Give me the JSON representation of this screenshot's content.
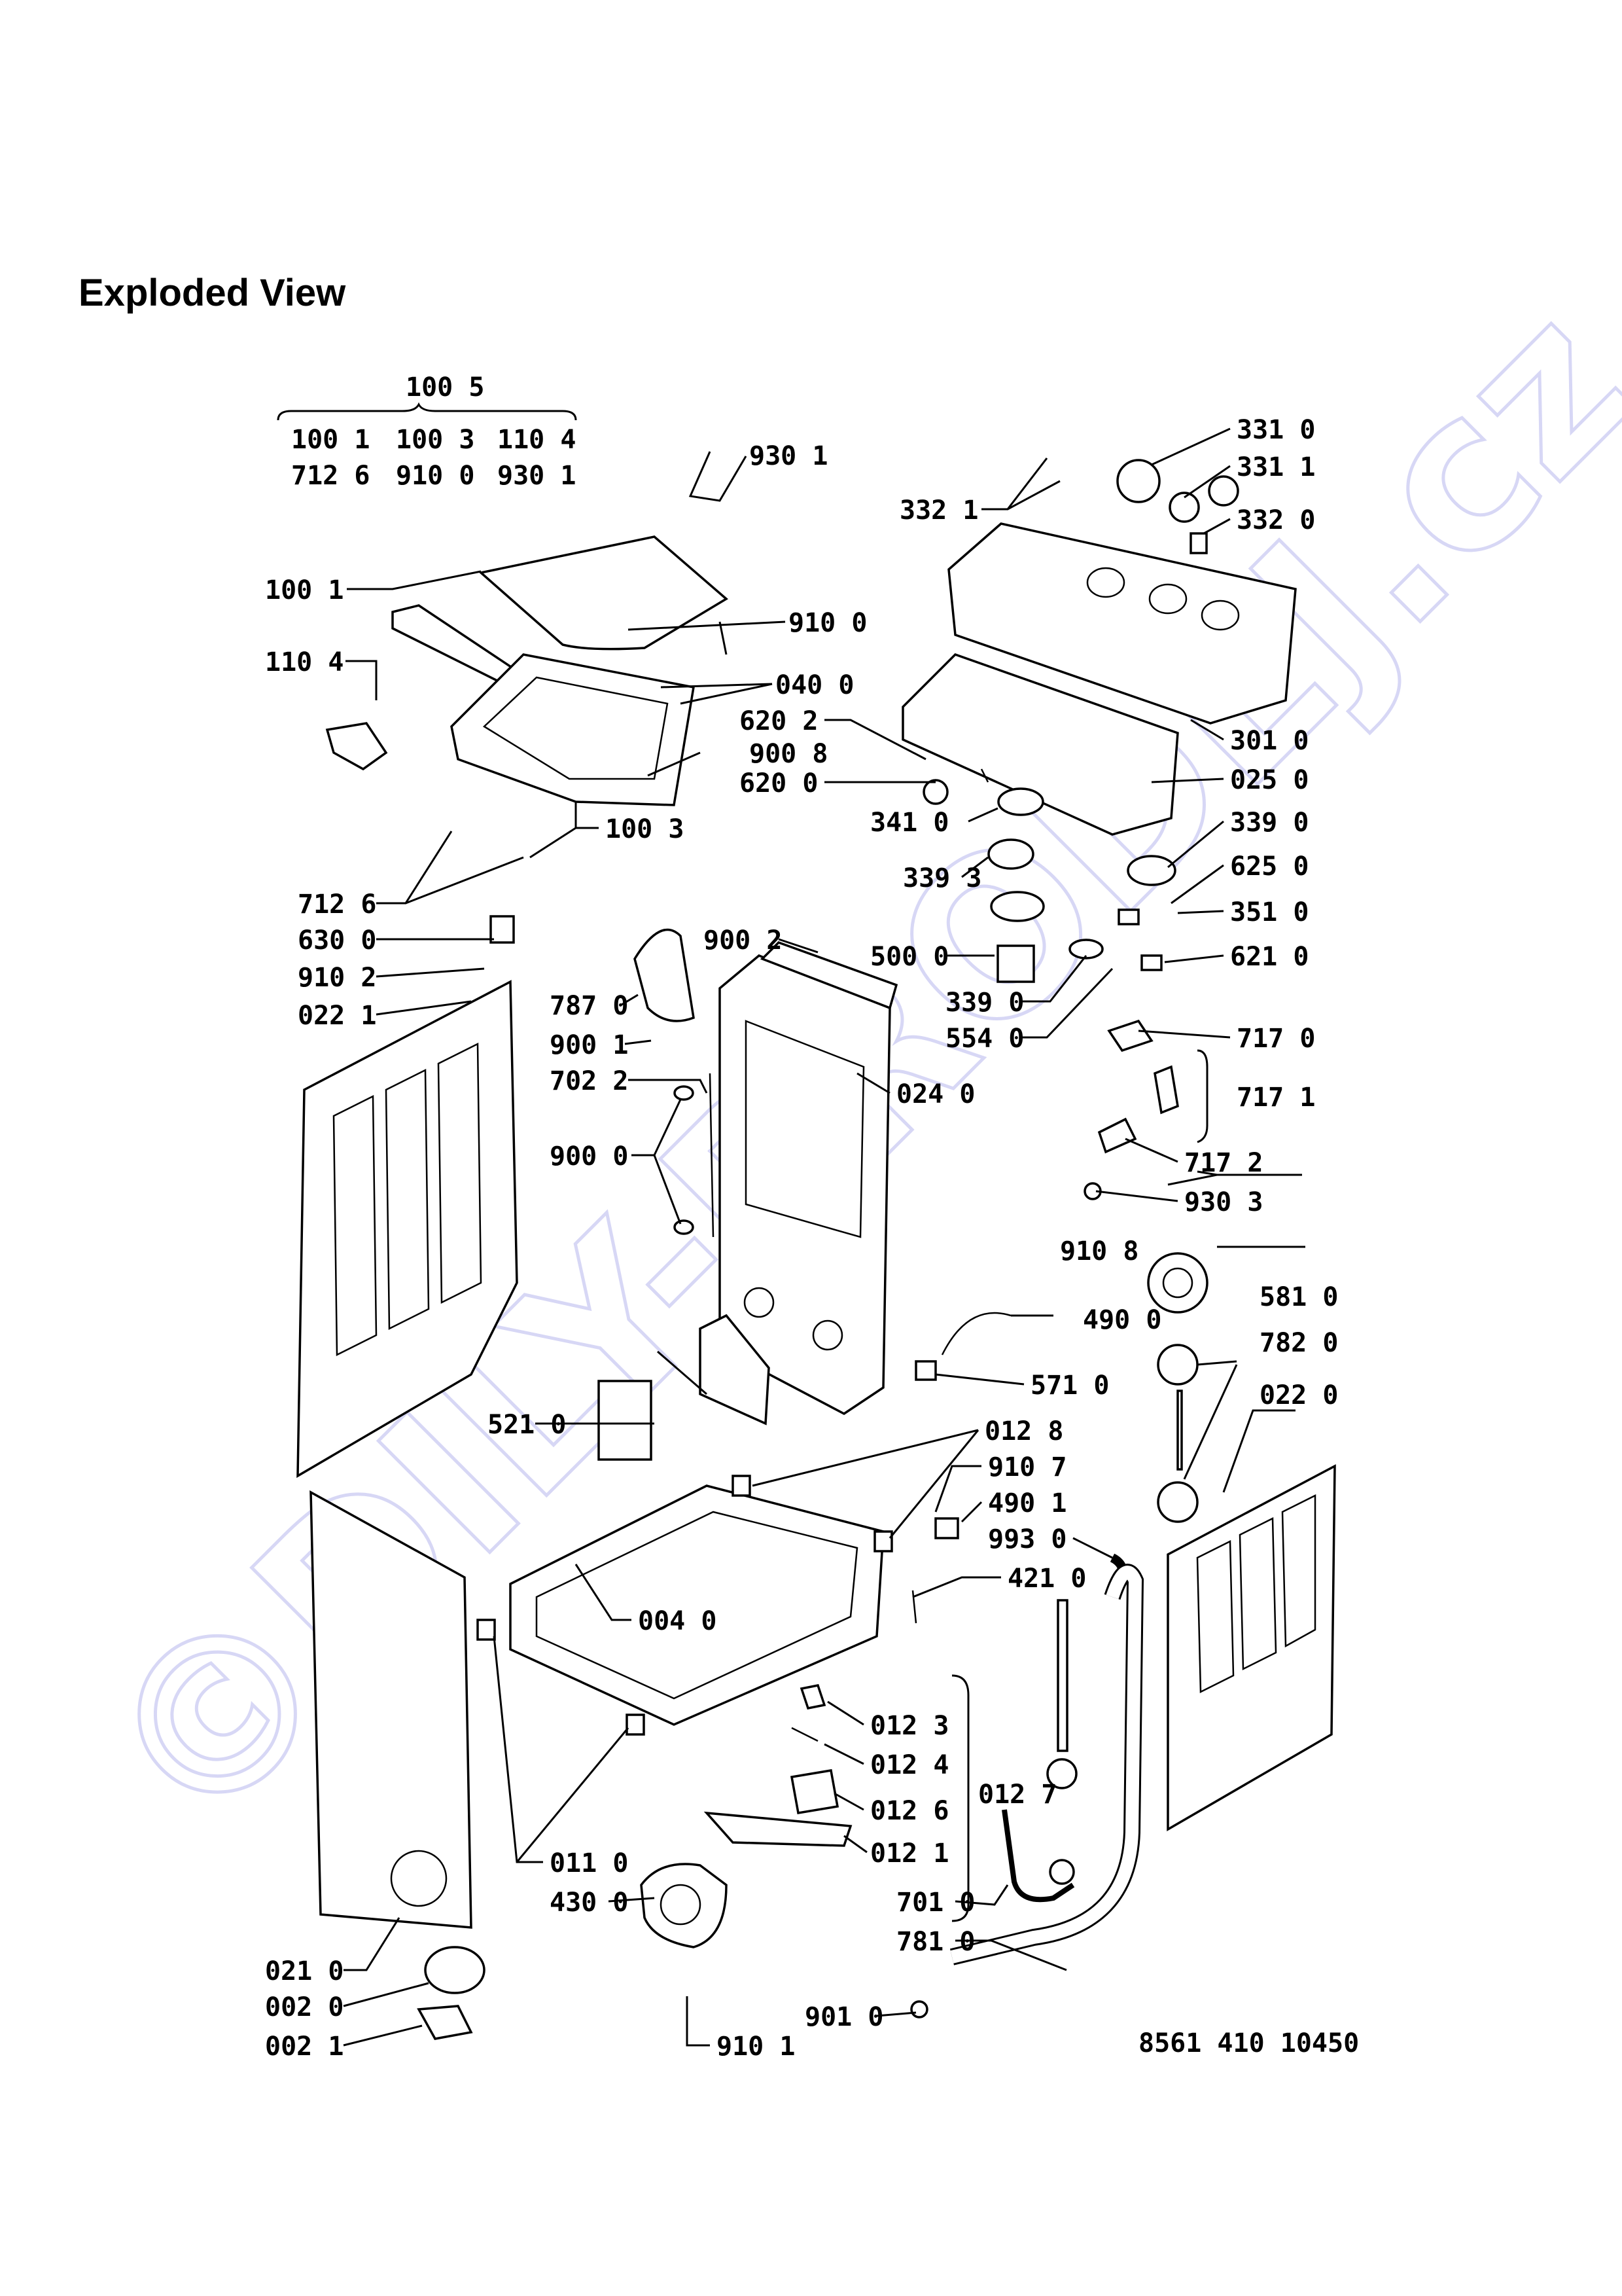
{
  "page": {
    "title": "Exploded View",
    "watermark": "©DILY-PRODEJ.cz",
    "drawing_number": "8561 410 10450",
    "colors": {
      "ink": "#000000",
      "watermark": "#d7d7f5",
      "background": "#ffffff"
    }
  },
  "kit": {
    "title": "100 5",
    "row1": [
      "100 1",
      "100 3",
      "110 4"
    ],
    "row2": [
      "712 6",
      "910 0",
      "930 1"
    ]
  },
  "labels": [
    "930 1",
    "100 1",
    "910 0",
    "110 4",
    "040 0",
    "620 2",
    "900 8",
    "620 0",
    "100 3",
    "712 6",
    "630 0",
    "910 2",
    "022 1",
    "331 0",
    "331 1",
    "332 1",
    "332 0",
    "301 0",
    "025 0",
    "341 0",
    "339 0",
    "339 3",
    "625 0",
    "351 0",
    "621 0",
    "500 0",
    "339 0",
    "554 0",
    "717 0",
    "717 1",
    "717 2",
    "930 3",
    "900 2",
    "787 0",
    "900 1",
    "702 2",
    "024 0",
    "900 0",
    "910 8",
    "581 0",
    "490 0",
    "782 0",
    "571 0",
    "022 0",
    "521 0",
    "012 8",
    "910 7",
    "490 1",
    "993 0",
    "421 0",
    "004 0",
    "012 3",
    "012 4",
    "012 6",
    "012 7",
    "012 1",
    "011 0",
    "430 0",
    "701 0",
    "781 0",
    "021 0",
    "002 0",
    "901 0",
    "002 1",
    "910 1"
  ]
}
